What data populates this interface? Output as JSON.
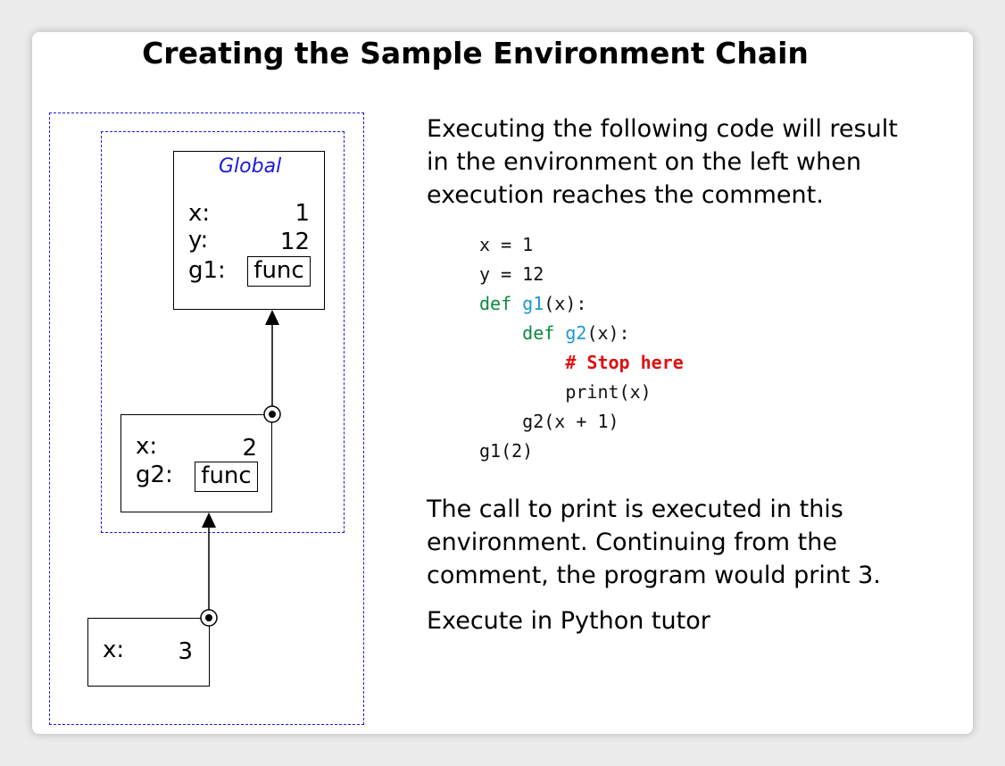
{
  "title": "Creating the Sample Environment Chain",
  "diagram": {
    "global_frame": {
      "label": "Global",
      "bindings": [
        {
          "name": "x:",
          "value": "1"
        },
        {
          "name": "y:",
          "value": "12"
        },
        {
          "name": "g1:",
          "value": "func"
        }
      ]
    },
    "g1_frame": {
      "bindings": [
        {
          "name": "x:",
          "value": "2"
        },
        {
          "name": "g2:",
          "value": "func"
        }
      ]
    },
    "g2_frame": {
      "bindings": [
        {
          "name": "x:",
          "value": "3"
        }
      ]
    }
  },
  "text": {
    "intro": "Executing the following code will result in the environment on the left when execution reaches the comment.",
    "code_lines": [
      "x = 1",
      "y = 12",
      "def g1(x):",
      "    def g2(x):",
      "        # Stop here",
      "        print(x)",
      "    g2(x + 1)",
      "g1(2)"
    ],
    "explanation": "The call to print is executed in this environment. Continuing from the comment, the program would print 3.",
    "link": "Execute in Python tutor"
  },
  "colors": {
    "frame_border": "#1a1adb",
    "keyword": "#0b8a3e",
    "function_name": "#1a9ad6",
    "comment": "#e01010"
  }
}
